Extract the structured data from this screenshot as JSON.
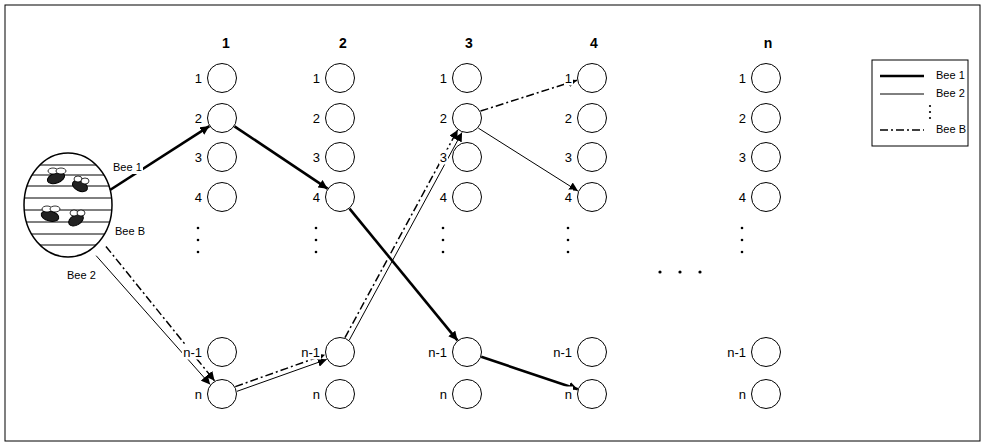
{
  "diagram": {
    "nodes": [
      {
        "text": [
          "1"
        ]
      },
      {
        "text": [
          "2"
        ]
      },
      {
        "text": [
          "3"
        ]
      },
      {
        "text": [
          "4"
        ]
      },
      {
        "text": [
          "n-1"
        ]
      },
      {
        "text": [
          "n"
        ]
      },
      {
        "text": [
          "1"
        ]
      },
      {
        "text": [
          "2"
        ]
      },
      {
        "text": [
          "3"
        ]
      },
      {
        "text": [
          "4"
        ]
      },
      {
        "text": [
          "n-1"
        ]
      },
      {
        "text": [
          "n"
        ]
      },
      {
        "text": [
          "1"
        ]
      },
      {
        "text": [
          "2"
        ]
      },
      {
        "text": [
          "3"
        ]
      },
      {
        "text": [
          "4"
        ]
      },
      {
        "text": [
          "n-1"
        ]
      },
      {
        "text": [
          "n"
        ]
      },
      {
        "text": [
          "1"
        ]
      },
      {
        "text": [
          "2"
        ]
      },
      {
        "text": [
          "3"
        ]
      },
      {
        "text": [
          "4"
        ]
      },
      {
        "text": [
          "n-1"
        ]
      },
      {
        "text": [
          "n"
        ]
      },
      {
        "text": [
          "1"
        ]
      },
      {
        "text": [
          "2"
        ]
      },
      {
        "text": [
          "3"
        ]
      },
      {
        "text": [
          "4"
        ]
      },
      {
        "text": [
          "n-1"
        ]
      },
      {
        "text": [
          "n"
        ]
      }
    ],
    "edges": [
      {
        "from": 1,
        "to": 9,
        "arrow": "to"
      },
      {
        "from": 9,
        "to": 16,
        "arrow": "to"
      },
      {
        "from": 16,
        "to": 23,
        "arrow": "to"
      },
      {
        "from": 5,
        "to": 10,
        "arrow": "to"
      },
      {
        "from": 10,
        "to": 13,
        "arrow": "to"
      },
      {
        "from": 13,
        "to": 21,
        "arrow": "to"
      },
      {
        "from": 5,
        "to": 10,
        "arrow": "to"
      },
      {
        "from": 10,
        "to": 13,
        "arrow": "to"
      },
      {
        "from": 13,
        "to": 18,
        "arrow": "to"
      }
    ],
    "labels": [
      "1",
      "2",
      "3",
      "4",
      "n",
      "Bee 1",
      "Bee B",
      "Bee 2"
    ],
    "legend": [
      {
        "text": "Bee 1"
      },
      {
        "text": "Bee 2"
      },
      {
        "text": "Bee B"
      }
    ]
  }
}
